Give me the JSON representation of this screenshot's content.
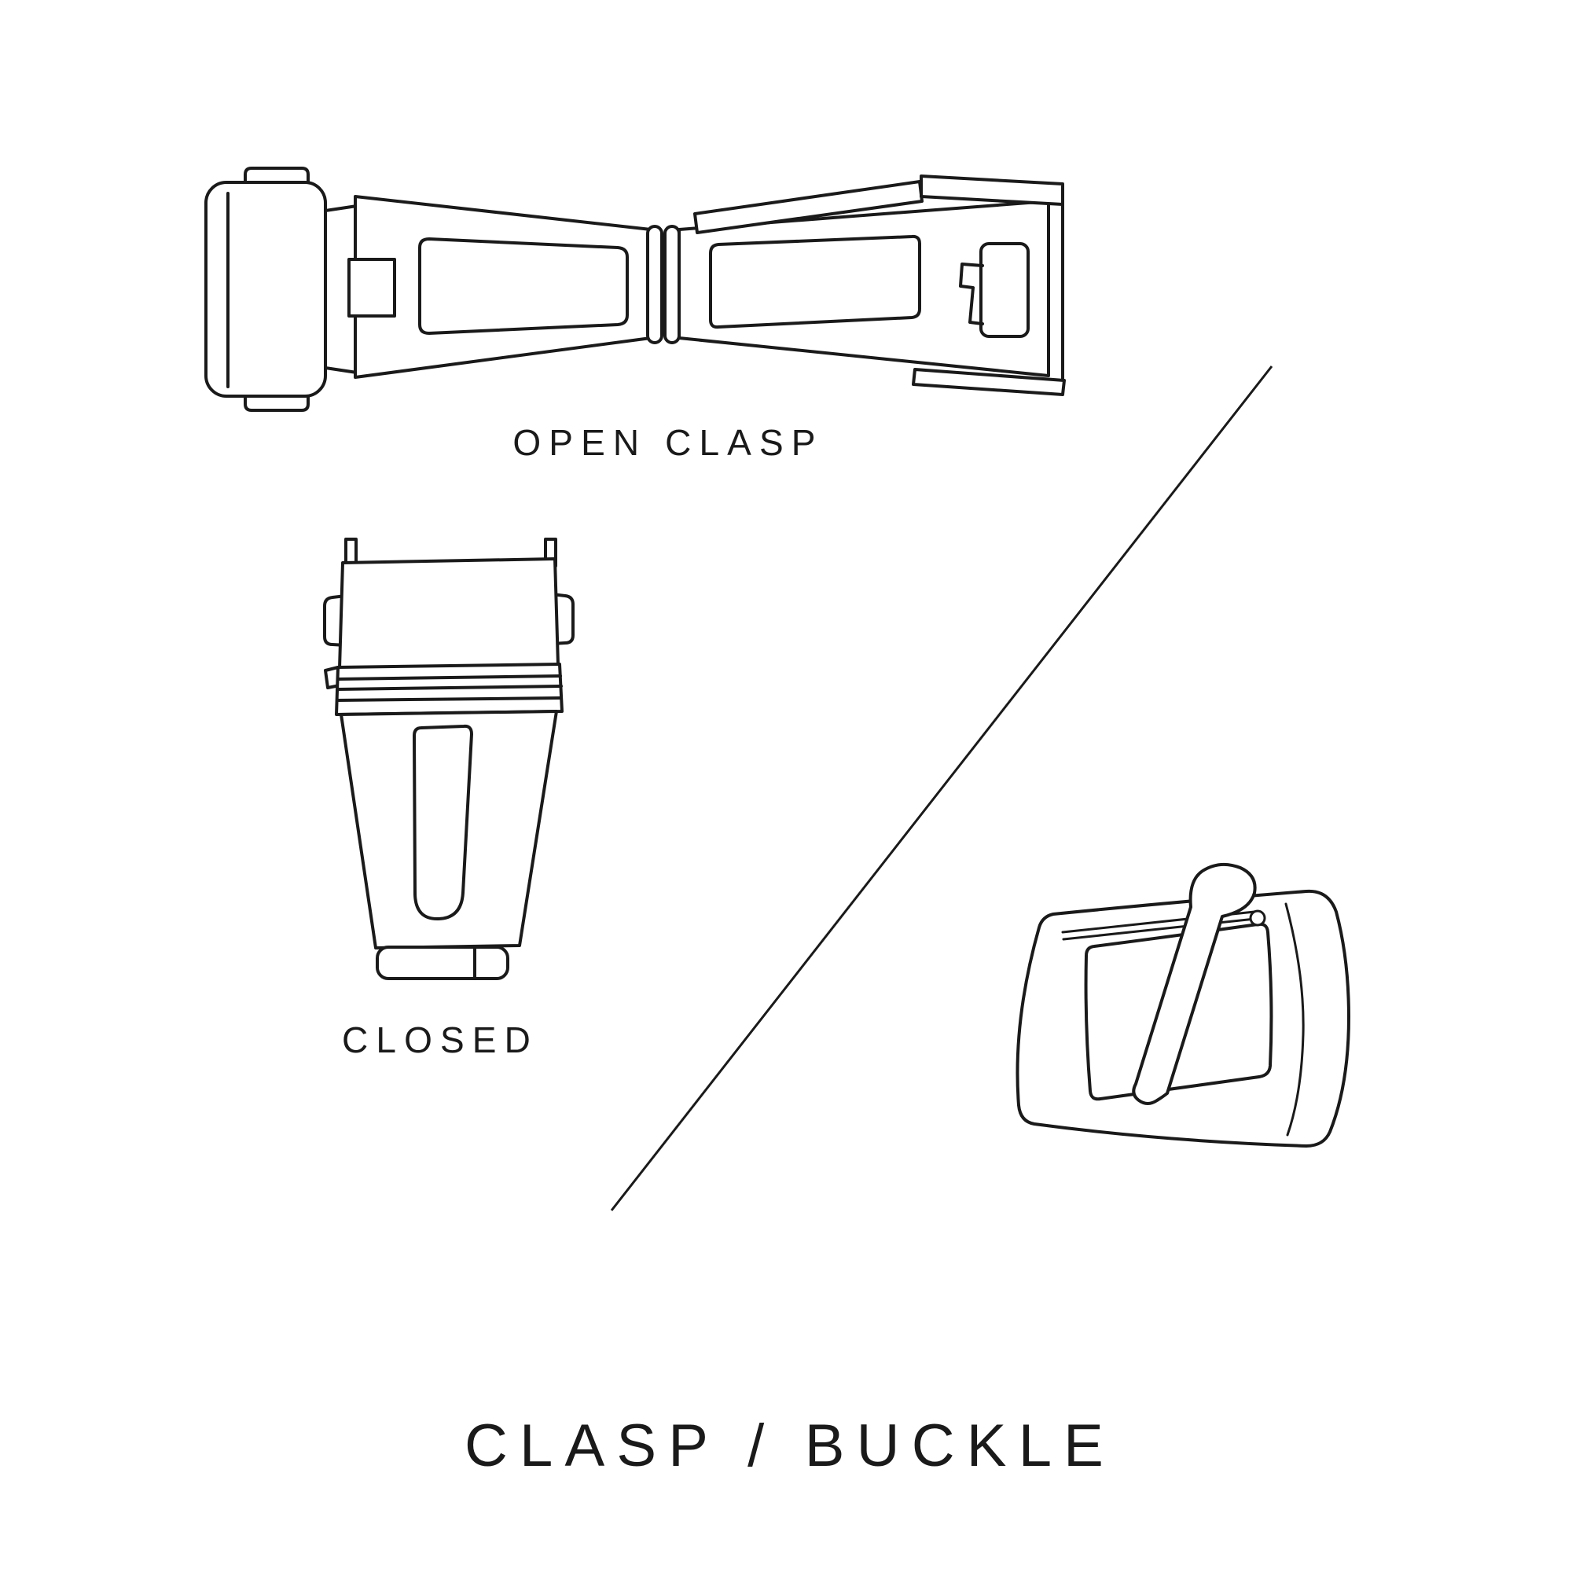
{
  "page": {
    "background": "#ffffff",
    "ink": "#1a1a1a"
  },
  "diagram": {
    "title": "CLASP / BUCKLE",
    "labels": {
      "open_clasp": "OPEN CLASP",
      "closed": "CLOSED"
    }
  }
}
